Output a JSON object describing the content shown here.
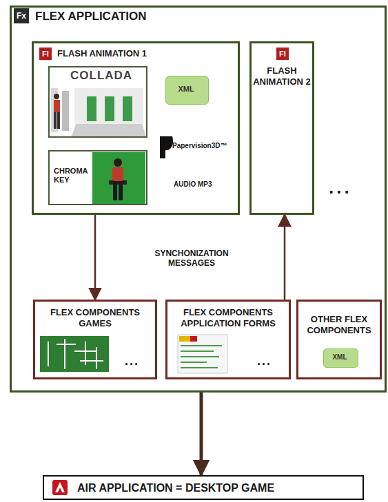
{
  "diagram": {
    "nodes": [
      {
        "text": [
          "FLEX APPLICATION"
        ]
      },
      {
        "text": [
          "FLASH ANIMATION 1"
        ],
        "in": 0
      },
      {
        "text": [
          "COLLADA"
        ],
        "in": 1
      },
      {
        "text": [
          "XML"
        ],
        "in": 1
      },
      {
        "text": [
          "CHROMA KEY"
        ],
        "in": 1
      },
      {
        "text": [
          "FLASH ANIMATION 2"
        ],
        "in": 0
      },
      {
        "text": [
          "FLEX COMPONENTS GAMES"
        ],
        "in": 0
      },
      {
        "text": [
          "FLEX COMPONENTS APPLICATION FORMS"
        ],
        "in": 0
      },
      {
        "text": [
          "OTHER FLEX COMPONENTS"
        ],
        "in": 0
      },
      {
        "text": [
          "XML"
        ],
        "in": 8
      },
      {
        "text": [
          "AIR APPLICATION = DESKTOP GAME"
        ]
      }
    ],
    "edges": [
      {
        "from": 1,
        "to": 6,
        "arrow": "to"
      },
      {
        "from": 7,
        "to": 5,
        "arrow": "to"
      },
      {
        "from": 0,
        "to": 10,
        "arrow": "to"
      }
    ],
    "labels": [
      "Fx",
      "Fl",
      "Papervision3D™",
      "AUDIO MP3",
      "Fl",
      "...",
      "SYNCHONIZATION MESSAGES",
      "...",
      "..."
    ]
  }
}
